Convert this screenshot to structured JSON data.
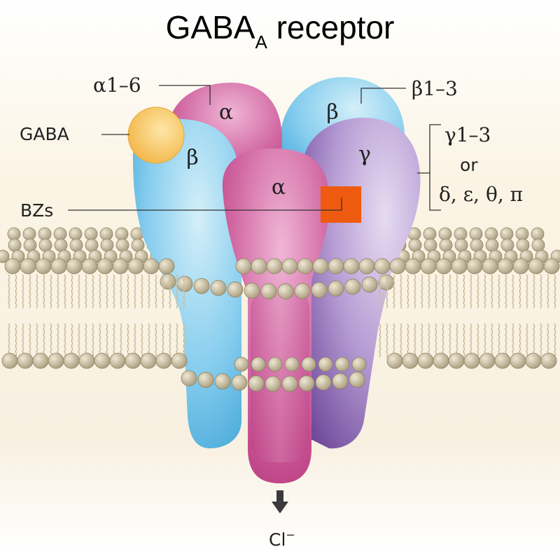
{
  "title": {
    "main": "GABA",
    "subscript": "A",
    "rest": " receptor"
  },
  "labels": {
    "alpha_range": "α1–6",
    "beta_range": "β1–3",
    "gaba": "GABA",
    "bzs": "BZs",
    "gamma_range": "γ1–3",
    "or": "or",
    "alternatives": "δ, ε, θ, π",
    "ion": "Cl",
    "ion_charge": "−"
  },
  "subunits": {
    "back_alpha": "α",
    "back_beta": "β",
    "left_beta": "β",
    "front_alpha": "α",
    "gamma": "γ"
  },
  "colors": {
    "alpha_pink": "#c8478e",
    "beta_blue": "#5bb7e3",
    "gamma_purple": "#8a62b0",
    "gaba_yellow": "#f7c75e",
    "bzs_orange": "#ee5a0f",
    "lipid_head": "#d2c7aa",
    "membrane_bg": "#f7efdf"
  }
}
